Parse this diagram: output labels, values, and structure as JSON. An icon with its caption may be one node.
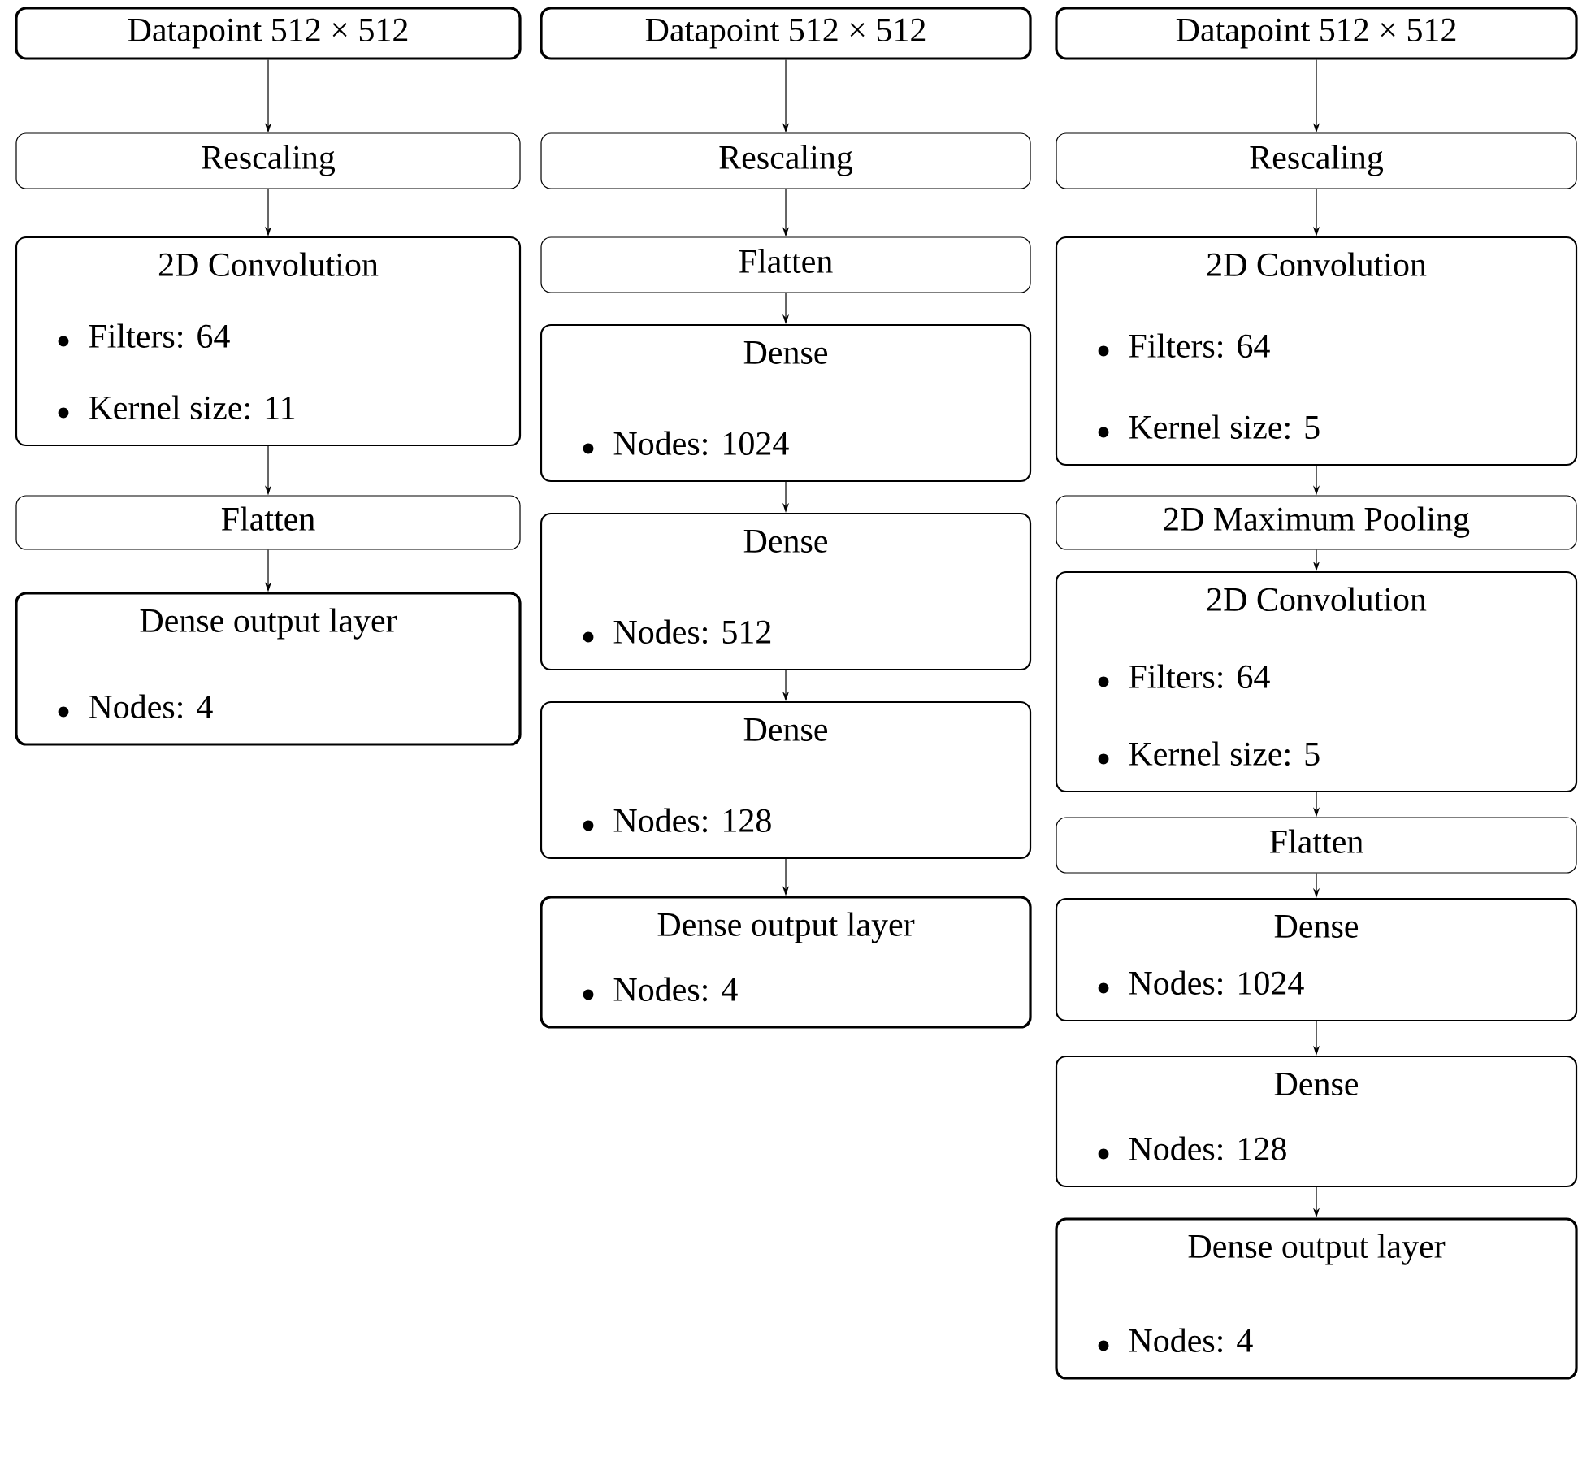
{
  "diagram": {
    "nodes": [
      {
        "text": [
          "Datapoint 512 × 512"
        ]
      },
      {
        "text": [
          "Rescaling"
        ]
      },
      {
        "text": [
          "2D Convolution",
          "Filters: 64",
          "Kernel size: 11"
        ]
      },
      {
        "text": [
          "Flatten"
        ]
      },
      {
        "text": [
          "Dense output layer",
          "Nodes: 4"
        ]
      },
      {
        "text": [
          "Datapoint 512 × 512"
        ]
      },
      {
        "text": [
          "Rescaling"
        ]
      },
      {
        "text": [
          "Flatten"
        ]
      },
      {
        "text": [
          "Dense",
          "Nodes: 1024"
        ]
      },
      {
        "text": [
          "Dense",
          "Nodes: 512"
        ]
      },
      {
        "text": [
          "Dense",
          "Nodes: 128"
        ]
      },
      {
        "text": [
          "Dense output layer",
          "Nodes: 4"
        ]
      },
      {
        "text": [
          "Datapoint 512 × 512"
        ]
      },
      {
        "text": [
          "Rescaling"
        ]
      },
      {
        "text": [
          "2D Convolution",
          "Filters: 64",
          "Kernel size: 5"
        ]
      },
      {
        "text": [
          "2D Maximum Pooling"
        ]
      },
      {
        "text": [
          "2D Convolution",
          "Filters: 64",
          "Kernel size: 5"
        ]
      },
      {
        "text": [
          "Flatten"
        ]
      },
      {
        "text": [
          "Dense",
          "Nodes: 1024"
        ]
      },
      {
        "text": [
          "Dense",
          "Nodes: 128"
        ]
      },
      {
        "text": [
          "Dense output layer",
          "Nodes: 4"
        ]
      }
    ],
    "edges": [
      {
        "from": 0,
        "to": 1,
        "arrow": "to"
      },
      {
        "from": 1,
        "to": 2,
        "arrow": "to"
      },
      {
        "from": 2,
        "to": 3,
        "arrow": "to"
      },
      {
        "from": 3,
        "to": 4,
        "arrow": "to"
      },
      {
        "from": 5,
        "to": 6,
        "arrow": "to"
      },
      {
        "from": 6,
        "to": 7,
        "arrow": "to"
      },
      {
        "from": 7,
        "to": 8,
        "arrow": "to"
      },
      {
        "from": 8,
        "to": 9,
        "arrow": "to"
      },
      {
        "from": 9,
        "to": 10,
        "arrow": "to"
      },
      {
        "from": 10,
        "to": 11,
        "arrow": "to"
      },
      {
        "from": 12,
        "to": 13,
        "arrow": "to"
      },
      {
        "from": 13,
        "to": 14,
        "arrow": "to"
      },
      {
        "from": 14,
        "to": 15,
        "arrow": "to"
      },
      {
        "from": 15,
        "to": 16,
        "arrow": "to"
      },
      {
        "from": 16,
        "to": 17,
        "arrow": "to"
      },
      {
        "from": 17,
        "to": 18,
        "arrow": "to"
      },
      {
        "from": 18,
        "to": 19,
        "arrow": "to"
      },
      {
        "from": 19,
        "to": 20,
        "arrow": "to"
      }
    ]
  }
}
